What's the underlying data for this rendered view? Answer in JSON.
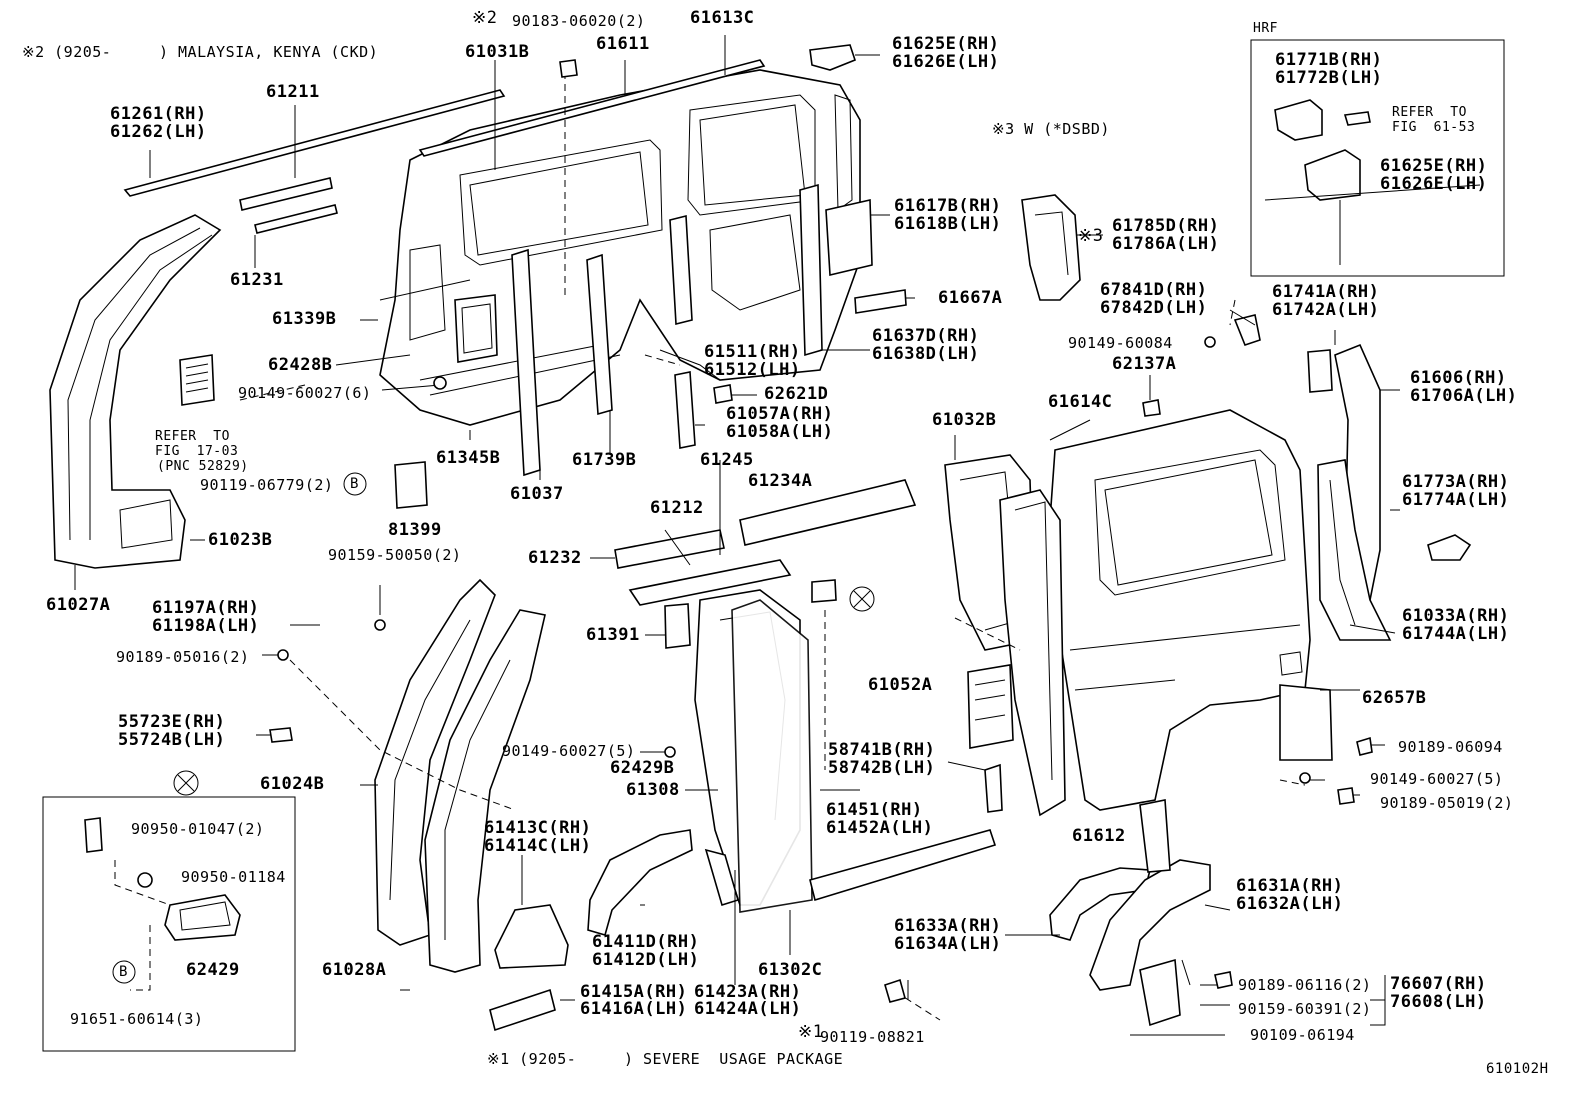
{
  "notes": {
    "n2": "※2 (9205-     ) MALAYSIA, KENYA (CKD)",
    "n1": "※1 (9205-     ) SEVERE  USAGE PACKAGE",
    "n3": "※3 W (*DSBD)",
    "hrf": "HRF",
    "ref1": "REFER  TO",
    "ref1b": "FIG  17-03",
    "ref1c": "(PNC 52829)",
    "ref2": "REFER  TO",
    "ref2b": "FIG  61-53",
    "figno": "610102H"
  },
  "symbols": {
    "mark2": "※2",
    "mark3": "※3",
    "mark1": "※1",
    "circle_b": "B"
  },
  "parts": {
    "p9018306020": "90183-06020(2)",
    "p61613C": "61613C",
    "p61031B": "61031B",
    "p61611": "61611",
    "p61625E": "61625E(RH)",
    "p61626E": "61626E(LH)",
    "p61261": "61261(RH)",
    "p61262": "61262(LH)",
    "p61211": "61211",
    "p61231": "61231",
    "p61339B": "61339B",
    "p62428B": "62428B",
    "p9014960027_6": "90149-60027(6)",
    "p61345B": "61345B",
    "p61037": "61037",
    "p61739B": "61739B",
    "p61511": "61511(RH)",
    "p61512": "61512(LH)",
    "p62621D": "62621D",
    "p61057A": "61057A(RH)",
    "p61058A": "61058A(LH)",
    "p61617B": "61617B(RH)",
    "p61618B": "61618B(LH)",
    "p61667A": "61667A",
    "p61637D": "61637D(RH)",
    "p61638D": "61638D(LH)",
    "p61785D": "61785D(RH)",
    "p61786A": "61786A(LH)",
    "p67841D": "67841D(RH)",
    "p67842D": "67842D(LH)",
    "p9014960084": "90149-60084",
    "p62137A": "62137A",
    "p61771B": "61771B(RH)",
    "p61772B": "61772B(LH)",
    "p61625E_h": "61625E(RH)",
    "p61626E_h": "61626E(LH)",
    "p61741A": "61741A(RH)",
    "p61742A": "61742A(LH)",
    "p61606": "61606(RH)",
    "p61706A": "61706A(LH)",
    "p61773A": "61773A(RH)",
    "p61774A": "61774A(LH)",
    "p61033A": "61033A(RH)",
    "p61744A": "61744A(LH)",
    "p61032B": "61032B",
    "p61614C": "61614C",
    "p61023B": "61023B",
    "p61027A": "61027A",
    "p9011906779": "90119-06779(2)",
    "p81399": "81399",
    "p9015950050": "90159-50050(2)",
    "p61197A": "61197A(RH)",
    "p61198A": "61198A(LH)",
    "p9018905016": "90189-05016(2)",
    "p55723E": "55723E(RH)",
    "p55724B": "55724B(LH)",
    "p61024B": "61024B",
    "p9095001047": "90950-01047(2)",
    "p9095001184": "90950-01184",
    "p62429": "62429",
    "p9165160614": "91651-60614(3)",
    "p61245": "61245",
    "p61234A": "61234A",
    "p61212": "61212",
    "p61232": "61232",
    "p61391": "61391",
    "p9014960027_5a": "90149-60027(5)",
    "p62429B": "62429B",
    "p61308": "61308",
    "p61413C": "61413C(RH)",
    "p61414C": "61414C(LH)",
    "p61411D": "61411D(RH)",
    "p61412D": "61412D(LH)",
    "p61423A": "61423A(RH)",
    "p61424A": "61424A(LH)",
    "p61415A": "61415A(RH)",
    "p61416A": "61416A(LH)",
    "p61302C": "61302C",
    "p61028A": "61028A",
    "p61052A": "61052A",
    "p58741B": "58741B(RH)",
    "p58742B": "58742B(LH)",
    "p61451": "61451(RH)",
    "p61452A": "61452A(LH)",
    "p61612": "61612",
    "p61633A": "61633A(RH)",
    "p61634A": "61634A(LH)",
    "p9011908821": "90119-08821",
    "p62657B": "62657B",
    "p9018906094": "90189-06094",
    "p9014960027_5b": "90149-60027(5)",
    "p9018905019": "90189-05019(2)",
    "p61631A": "61631A(RH)",
    "p61632A": "61632A(LH)",
    "p9018906116": "90189-06116(2)",
    "p9015960391": "90159-60391(2)",
    "p9010906194": "90109-06194",
    "p76607": "76607(RH)",
    "p76608": "76608(LH)"
  }
}
